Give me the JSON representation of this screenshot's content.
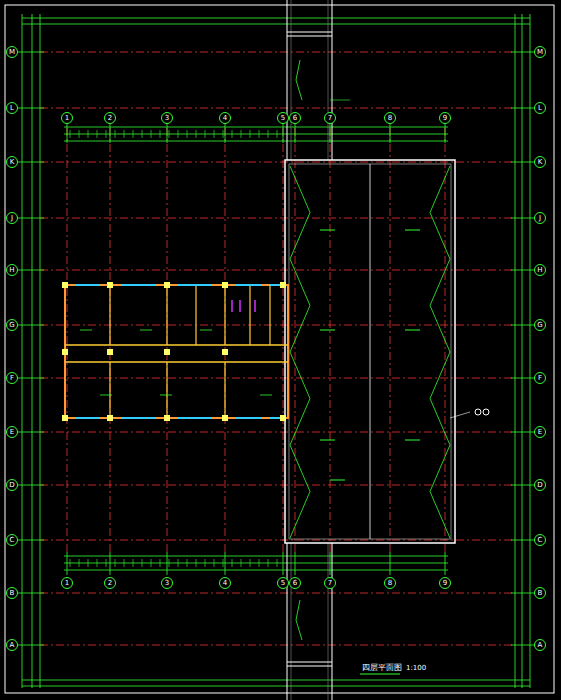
{
  "diagram": {
    "title": "四层平面图",
    "labels": [
      "1",
      "2",
      "3",
      "4",
      "5",
      "6",
      "7",
      "8",
      "9",
      "1",
      "2",
      "3",
      "4",
      "5",
      "6",
      "7",
      "8",
      "9",
      "M",
      "L",
      "K",
      "J",
      "H",
      "G",
      "F",
      "E",
      "D",
      "C",
      "B",
      "A",
      "M",
      "L",
      "K",
      "J",
      "H",
      "G",
      "F",
      "E",
      "D",
      "C",
      "B",
      "A",
      "1:100"
    ]
  }
}
